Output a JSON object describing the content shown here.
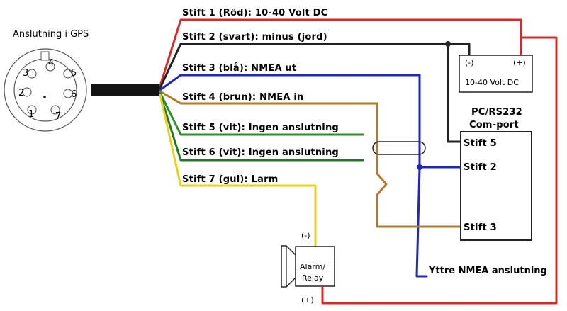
{
  "connector": {
    "title": "Anslutning i GPS",
    "pins": [
      "1",
      "2",
      "3",
      "4",
      "5",
      "6",
      "7"
    ]
  },
  "wires": [
    {
      "label": "Stift 1 (Röd):  10-40 Volt DC",
      "color": "#d62a2a"
    },
    {
      "label": "Stift 2 (svart):  minus (jord)",
      "color": "#222222"
    },
    {
      "label": "Stift 3 (blå):  NMEA ut",
      "color": "#1f27b8"
    },
    {
      "label": "Stift 4 (brun):  NMEA in",
      "color": "#b07a2c"
    },
    {
      "label": "Stift 5 (vit):  Ingen anslutning",
      "color": "#2e8b2e"
    },
    {
      "label": "Stift 6 (vit):  Ingen anslutning",
      "color": "#1f7a1f"
    },
    {
      "label": "Stift 7 (gul):  Larm",
      "color": "#e8d21e"
    }
  ],
  "power_supply": {
    "minus": "(-)",
    "plus": "(+)",
    "label": "10-40 Volt DC"
  },
  "pc": {
    "title_line1": "PC/RS232",
    "title_line2": "Com-port",
    "pin5": "Stift 5",
    "pin2": "Stift 2",
    "pin3": "Stift 3"
  },
  "alarm": {
    "line1": "Alarm/",
    "line2": "Relay",
    "minus": "(-)",
    "plus": "(+)"
  },
  "external": "Yttre NMEA anslutning"
}
